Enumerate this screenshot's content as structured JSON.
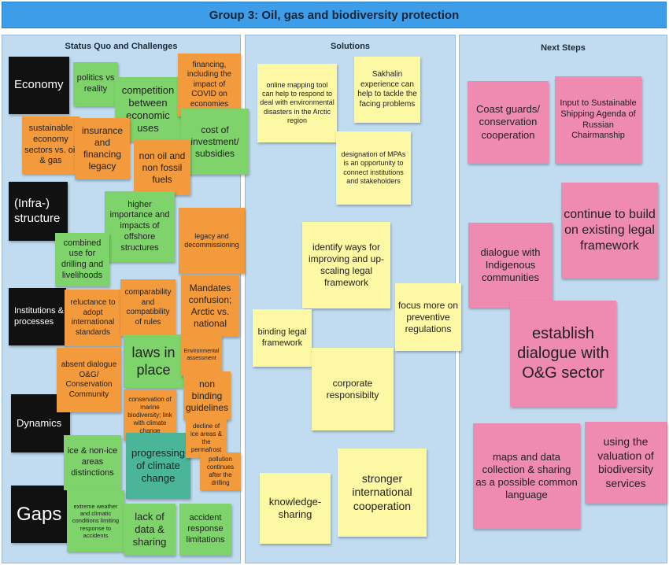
{
  "header": {
    "title": "Group 3: Oil, gas and biodiversity protection"
  },
  "columns": {
    "status": "Status Quo and Challenges",
    "solutions": "Solutions",
    "next": "Next Steps"
  },
  "categories": {
    "economy": "Economy",
    "infra": "(Infra-) structure",
    "institutions": "Institutions & processes",
    "dynamics": "Dynamics",
    "gaps": "Gaps"
  },
  "status_notes": {
    "politics": "politics vs reality",
    "competition": "competition between economic uses",
    "financing_covid": "financing, including the impact of COVID on economies",
    "sustainable_sectors": "sustainable economy sectors vs. oil & gas",
    "insurance": "insurance and financing legacy",
    "cost_investment": "cost of investment/ subsidies",
    "non_oil": "non oil and non fossil fuels",
    "higher_importance": "higher importance and impacts of offshore structures",
    "legacy": "legacy and decommissioning",
    "combined_use": "combined use for drilling and livelihoods",
    "reluctance": "reluctance to adopt international standards",
    "comparability": "comparability and compatibility of rules",
    "mandates": "Mandates confusion; Arctic vs. national",
    "laws_in_place": "laws in place",
    "env_assessment": "Environmental assessment",
    "absent_dialogue": "absent dialogue O&G/ Conservation Community",
    "non_binding": "non binding guidelines",
    "conservation_marine": "conservation of marine biodiversity; link with climate change",
    "decline_ice": "decline of ice areas & the permafrost",
    "progressing_cc": "progressing of climate change",
    "pollution_drilling": "pollution continues after the drilling",
    "ice_distinctions": "ice & non-ice areas distinctions",
    "extreme_weather": "extreme weather and climatic conditions limiting response to accidents",
    "lack_data": "lack of data & sharing",
    "accident_response": "accident response limitations"
  },
  "solution_notes": {
    "online_mapping": "online mapping tool can help to respond to deal with environmental disasters in the Arctic region",
    "sakhalin": "Sakhalin experience can help to tackle the facing problems",
    "designation_mpas": "designation of MPAs is an opportunity to connect institutions and stakeholders",
    "identify_ways": "identify ways for improving and up-scaling legal framework",
    "focus_preventive": "focus more on preventive regulations",
    "binding_legal": "binding legal framework",
    "corporate": "corporate responsibilty",
    "stronger_intl": "stronger international cooperation",
    "knowledge": "knowledge-sharing"
  },
  "next_notes": {
    "coast_guards": "Coast guards/ conservation cooperation",
    "input_shipping": "Input to Sustainable Shipping Agenda of Russian Chairmanship",
    "continue_build": "continue to build on existing legal framework",
    "dialogue_indigenous": "dialogue with Indigenous communities",
    "establish_dialogue": "establish dialogue with O&G sector",
    "maps_data": "maps and data collection & sharing as a possible common language",
    "valuation": "using the valuation of biodiversity services"
  },
  "colors": {
    "header": "#3d9de8",
    "column_bg": "#c1dcf1",
    "green": "#7ed36a",
    "orange": "#f39a3d",
    "yellow": "#fdf8a3",
    "pink": "#ef8ab1",
    "teal": "#4bb59a",
    "black": "#111111"
  }
}
